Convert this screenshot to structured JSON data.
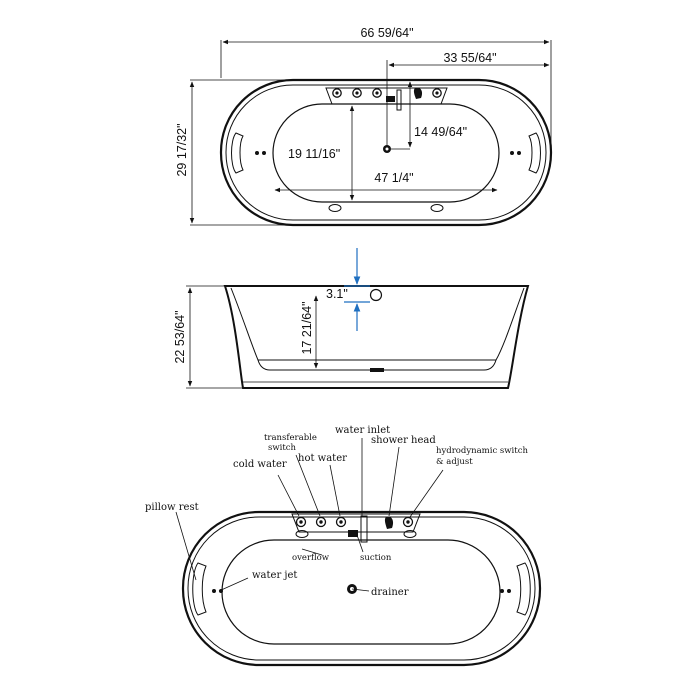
{
  "top_view": {
    "overall_length": "66 59/64\"",
    "drain_to_end": "33 55/64\"",
    "overall_width": "29 17/32\"",
    "drain_offset": "14 49/64\"",
    "inner_width": "19 11/16\"",
    "inner_length": "47 1/4\""
  },
  "side_view": {
    "overflow_height": "3.1\"",
    "overall_height": "22 53/64\"",
    "inner_depth": "17 21/64\""
  },
  "component_view": {
    "transferable_switch": "transferable\nswitch",
    "cold_water": "cold water",
    "hot_water": "hot water",
    "water_inlet": "water inlet",
    "shower_head": "shower head",
    "hydrodynamic_switch": "hydrodynamic switch\n& adjust",
    "pillow_rest": "pillow rest",
    "overflow": "overflow",
    "suction": "suction",
    "water_jet": "water jet",
    "drainer": "drainer"
  },
  "colors": {
    "line": "#111111",
    "accent": "#1f6fc0"
  }
}
